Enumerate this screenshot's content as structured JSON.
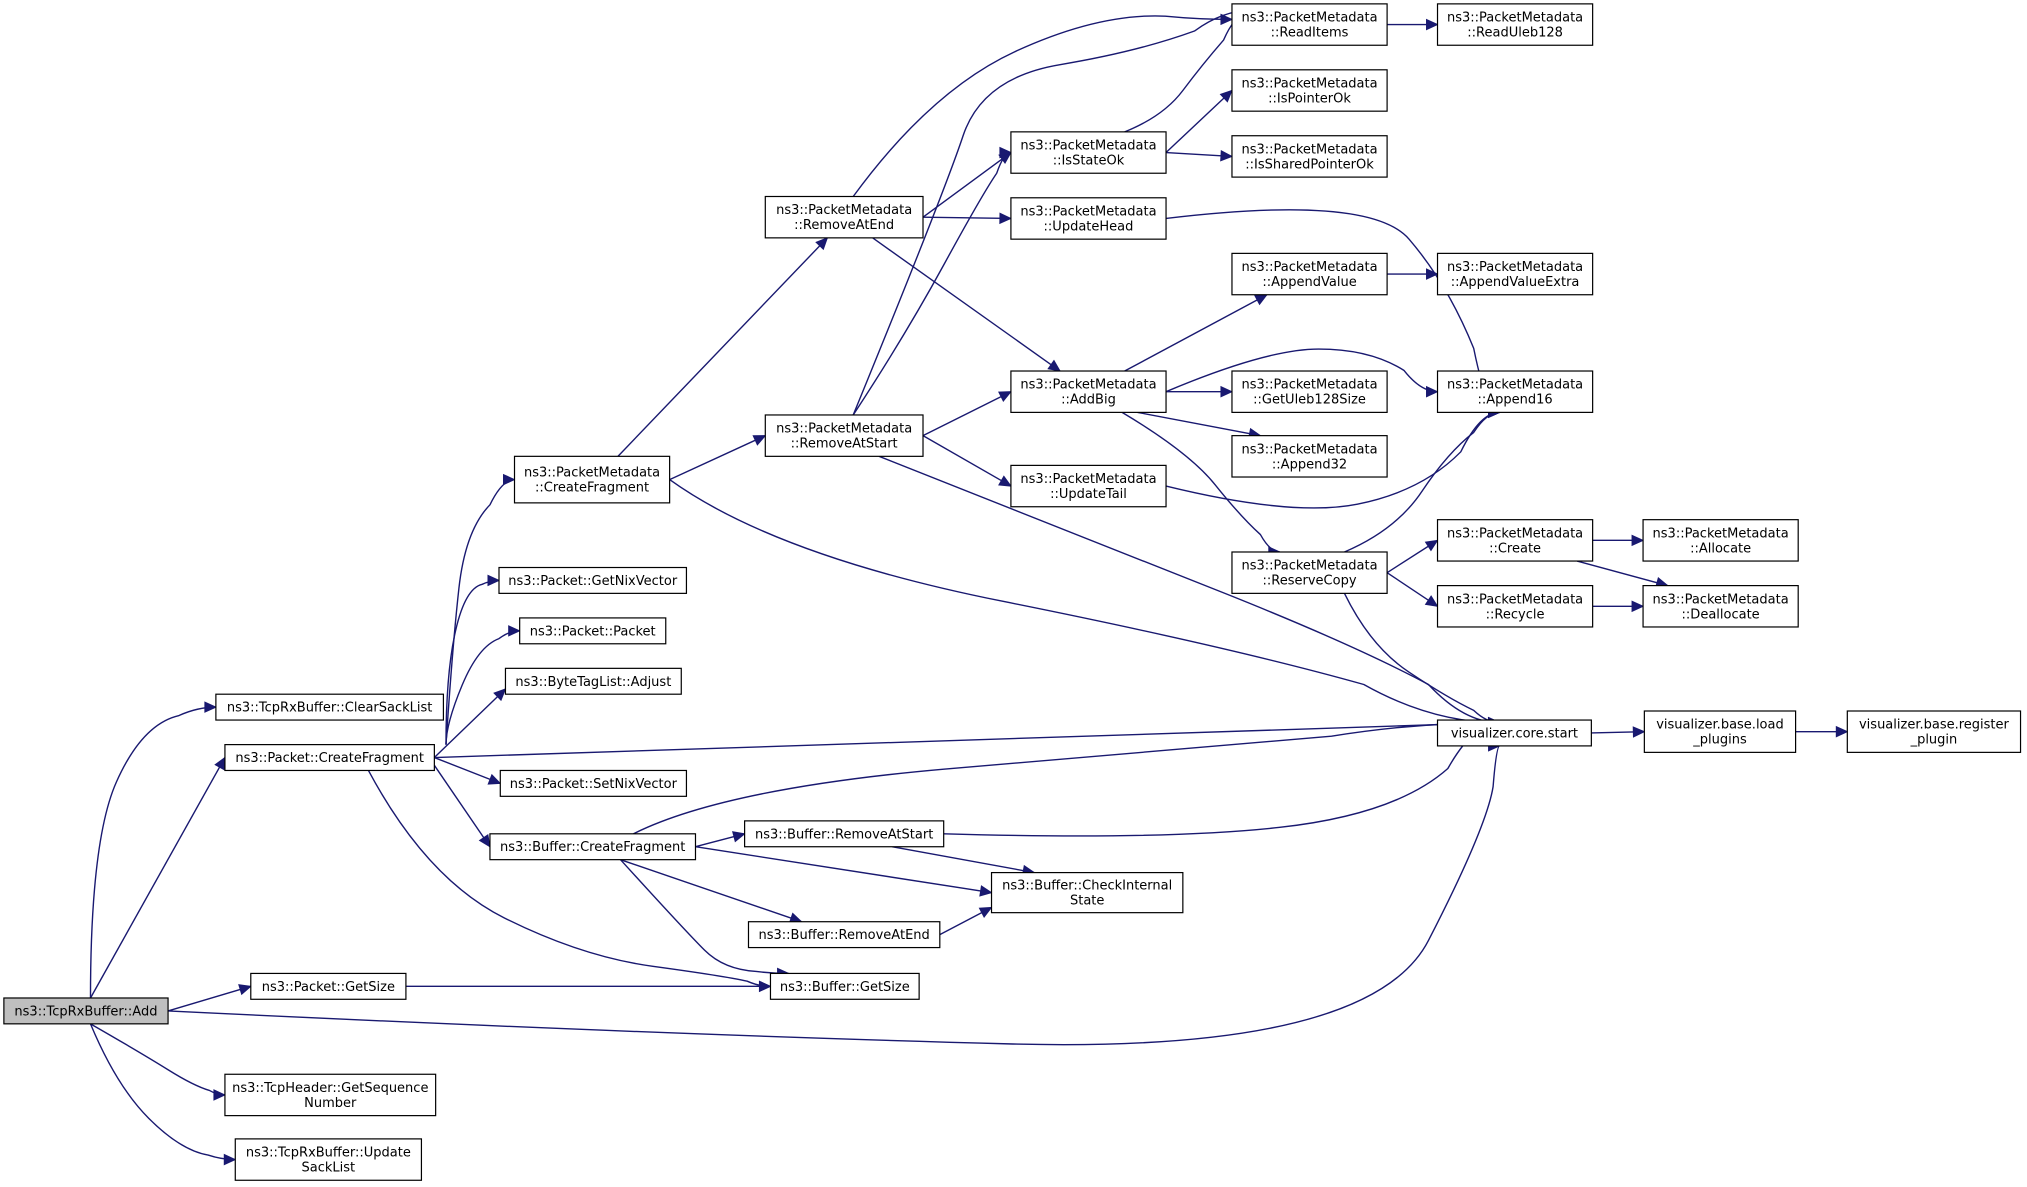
{
  "graph": {
    "colors": {
      "edge": "#191970",
      "node_border": "#000000",
      "node_fill": "#ffffff",
      "root_fill": "#bfbfbf",
      "background": "#ffffff"
    },
    "nodes": [
      {
        "id": "tcprx_add",
        "lines": [
          "ns3::TcpRxBuffer::Add"
        ],
        "root": true
      },
      {
        "id": "clear_sack",
        "lines": [
          "ns3::TcpRxBuffer::ClearSackList"
        ]
      },
      {
        "id": "pkt_createfrag",
        "lines": [
          "ns3::Packet::CreateFragment"
        ]
      },
      {
        "id": "pkt_getsize",
        "lines": [
          "ns3::Packet::GetSize"
        ]
      },
      {
        "id": "tcph_getseq",
        "lines": [
          "ns3::TcpHeader::GetSequence",
          "Number"
        ]
      },
      {
        "id": "update_sack",
        "lines": [
          "ns3::TcpRxBuffer::Update",
          "SackList"
        ]
      },
      {
        "id": "pm_createfrag",
        "lines": [
          "ns3::PacketMetadata",
          "::CreateFragment"
        ]
      },
      {
        "id": "pkt_getnix",
        "lines": [
          "ns3::Packet::GetNixVector"
        ]
      },
      {
        "id": "pkt_packet",
        "lines": [
          "ns3::Packet::Packet"
        ]
      },
      {
        "id": "btl_adjust",
        "lines": [
          "ns3::ByteTagList::Adjust"
        ]
      },
      {
        "id": "pkt_setnix",
        "lines": [
          "ns3::Packet::SetNixVector"
        ]
      },
      {
        "id": "buf_createfrag",
        "lines": [
          "ns3::Buffer::CreateFragment"
        ]
      },
      {
        "id": "pm_removeatend",
        "lines": [
          "ns3::PacketMetadata",
          "::RemoveAtEnd"
        ]
      },
      {
        "id": "pm_removeatstart",
        "lines": [
          "ns3::PacketMetadata",
          "::RemoveAtStart"
        ]
      },
      {
        "id": "buf_removeatstart",
        "lines": [
          "ns3::Buffer::RemoveAtStart"
        ]
      },
      {
        "id": "buf_removeatend",
        "lines": [
          "ns3::Buffer::RemoveAtEnd"
        ]
      },
      {
        "id": "buf_getsize",
        "lines": [
          "ns3::Buffer::GetSize"
        ]
      },
      {
        "id": "pm_isstateok",
        "lines": [
          "ns3::PacketMetadata",
          "::IsStateOk"
        ]
      },
      {
        "id": "pm_updatehead",
        "lines": [
          "ns3::PacketMetadata",
          "::UpdateHead"
        ]
      },
      {
        "id": "pm_addbig",
        "lines": [
          "ns3::PacketMetadata",
          "::AddBig"
        ]
      },
      {
        "id": "pm_updatetail",
        "lines": [
          "ns3::PacketMetadata",
          "::UpdateTail"
        ]
      },
      {
        "id": "buf_checkinternal",
        "lines": [
          "ns3::Buffer::CheckInternal",
          "State"
        ]
      },
      {
        "id": "pm_readitems",
        "lines": [
          "ns3::PacketMetadata",
          "::ReadItems"
        ]
      },
      {
        "id": "pm_ispointerok",
        "lines": [
          "ns3::PacketMetadata",
          "::IsPointerOk"
        ]
      },
      {
        "id": "pm_issharedpointerok",
        "lines": [
          "ns3::PacketMetadata",
          "::IsSharedPointerOk"
        ]
      },
      {
        "id": "pm_appendvalue",
        "lines": [
          "ns3::PacketMetadata",
          "::AppendValue"
        ]
      },
      {
        "id": "pm_getuleb128size",
        "lines": [
          "ns3::PacketMetadata",
          "::GetUleb128Size"
        ]
      },
      {
        "id": "pm_append32",
        "lines": [
          "ns3::PacketMetadata",
          "::Append32"
        ]
      },
      {
        "id": "pm_reservecopy",
        "lines": [
          "ns3::PacketMetadata",
          "::ReserveCopy"
        ]
      },
      {
        "id": "vis_core_start",
        "lines": [
          "visualizer.core.start"
        ]
      },
      {
        "id": "pm_readuleb128",
        "lines": [
          "ns3::PacketMetadata",
          "::ReadUleb128"
        ]
      },
      {
        "id": "pm_appendvalueextra",
        "lines": [
          "ns3::PacketMetadata",
          "::AppendValueExtra"
        ]
      },
      {
        "id": "pm_append16",
        "lines": [
          "ns3::PacketMetadata",
          "::Append16"
        ]
      },
      {
        "id": "pm_create",
        "lines": [
          "ns3::PacketMetadata",
          "::Create"
        ]
      },
      {
        "id": "pm_recycle",
        "lines": [
          "ns3::PacketMetadata",
          "::Recycle"
        ]
      },
      {
        "id": "vis_base_load",
        "lines": [
          "visualizer.base.load",
          "_plugins"
        ]
      },
      {
        "id": "pm_allocate",
        "lines": [
          "ns3::PacketMetadata",
          "::Allocate"
        ]
      },
      {
        "id": "pm_deallocate",
        "lines": [
          "ns3::PacketMetadata",
          "::Deallocate"
        ]
      },
      {
        "id": "vis_base_register",
        "lines": [
          "visualizer.base.register",
          "_plugin"
        ]
      }
    ],
    "edges": [
      [
        "tcprx_add",
        "clear_sack"
      ],
      [
        "tcprx_add",
        "pkt_createfrag"
      ],
      [
        "tcprx_add",
        "pkt_getsize"
      ],
      [
        "tcprx_add",
        "vis_core_start"
      ],
      [
        "tcprx_add",
        "tcph_getseq"
      ],
      [
        "tcprx_add",
        "update_sack"
      ],
      [
        "pkt_createfrag",
        "pm_createfrag"
      ],
      [
        "pkt_createfrag",
        "pkt_getnix"
      ],
      [
        "pkt_createfrag",
        "pkt_packet"
      ],
      [
        "pkt_createfrag",
        "btl_adjust"
      ],
      [
        "pkt_createfrag",
        "vis_core_start"
      ],
      [
        "pkt_createfrag",
        "pkt_setnix"
      ],
      [
        "pkt_createfrag",
        "buf_createfrag"
      ],
      [
        "pkt_createfrag",
        "buf_getsize"
      ],
      [
        "pkt_getsize",
        "buf_getsize"
      ],
      [
        "pm_createfrag",
        "pm_removeatend"
      ],
      [
        "pm_createfrag",
        "pm_removeatstart"
      ],
      [
        "pm_createfrag",
        "vis_core_start"
      ],
      [
        "buf_createfrag",
        "vis_core_start"
      ],
      [
        "buf_createfrag",
        "buf_removeatstart"
      ],
      [
        "buf_createfrag",
        "buf_checkinternal"
      ],
      [
        "buf_createfrag",
        "buf_removeatend"
      ],
      [
        "buf_createfrag",
        "buf_getsize"
      ],
      [
        "pm_removeatend",
        "pm_readitems"
      ],
      [
        "pm_removeatend",
        "pm_isstateok"
      ],
      [
        "pm_removeatend",
        "pm_updatehead"
      ],
      [
        "pm_removeatend",
        "pm_addbig"
      ],
      [
        "pm_removeatstart",
        "pm_readitems"
      ],
      [
        "pm_removeatstart",
        "pm_isstateok"
      ],
      [
        "pm_removeatstart",
        "pm_addbig"
      ],
      [
        "pm_removeatstart",
        "pm_updatetail"
      ],
      [
        "pm_removeatstart",
        "vis_core_start"
      ],
      [
        "buf_removeatstart",
        "vis_core_start"
      ],
      [
        "buf_removeatstart",
        "buf_checkinternal"
      ],
      [
        "buf_removeatend",
        "buf_checkinternal"
      ],
      [
        "pm_isstateok",
        "pm_readitems"
      ],
      [
        "pm_isstateok",
        "pm_ispointerok"
      ],
      [
        "pm_isstateok",
        "pm_issharedpointerok"
      ],
      [
        "pm_updatehead",
        "pm_append16"
      ],
      [
        "pm_addbig",
        "pm_appendvalue"
      ],
      [
        "pm_addbig",
        "pm_append16"
      ],
      [
        "pm_addbig",
        "pm_getuleb128size"
      ],
      [
        "pm_addbig",
        "pm_append32"
      ],
      [
        "pm_addbig",
        "pm_reservecopy"
      ],
      [
        "pm_updatetail",
        "pm_append16"
      ],
      [
        "pm_readitems",
        "pm_readuleb128"
      ],
      [
        "pm_appendvalue",
        "pm_appendvalueextra"
      ],
      [
        "pm_reservecopy",
        "pm_append16"
      ],
      [
        "pm_reservecopy",
        "pm_create"
      ],
      [
        "pm_reservecopy",
        "pm_recycle"
      ],
      [
        "pm_reservecopy",
        "vis_core_start"
      ],
      [
        "pm_create",
        "pm_allocate"
      ],
      [
        "pm_create",
        "pm_deallocate"
      ],
      [
        "pm_recycle",
        "pm_deallocate"
      ],
      [
        "vis_core_start",
        "vis_base_load"
      ],
      [
        "vis_base_load",
        "vis_base_register"
      ]
    ]
  }
}
